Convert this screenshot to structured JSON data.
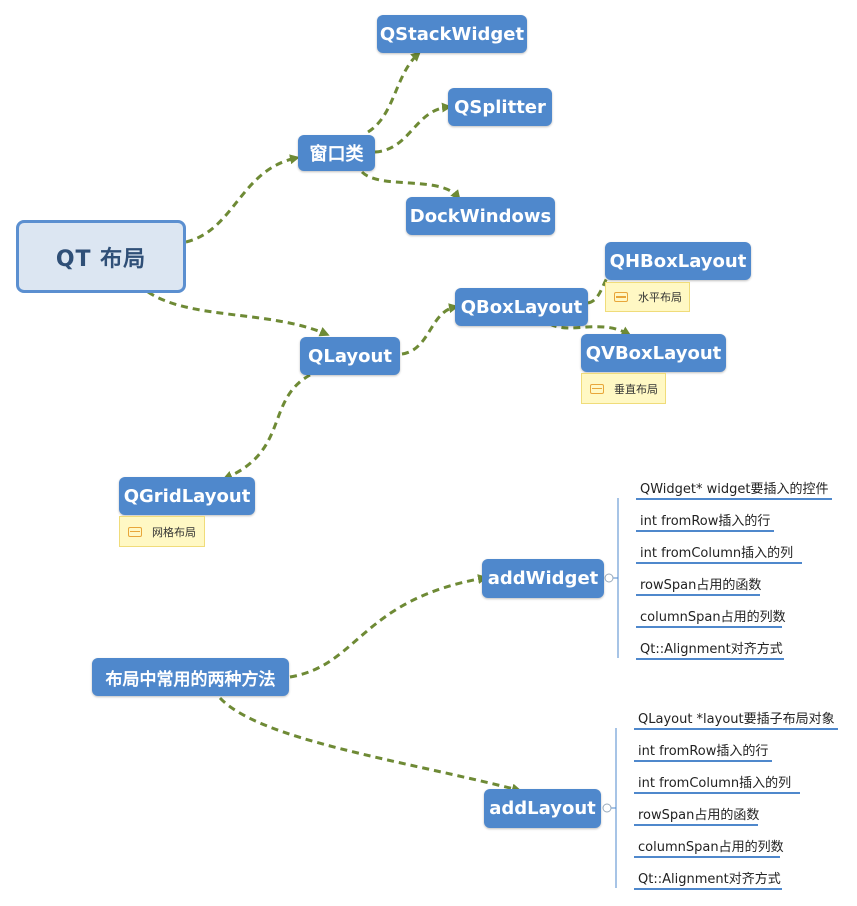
{
  "root": {
    "label": "QT  布局"
  },
  "nodes": {
    "chuangkou": "窗口类",
    "qstack": "QStackWidget",
    "qsplitter": "QSplitter",
    "dock": "DockWindows",
    "qlayout": "QLayout",
    "qbox": "QBoxLayout",
    "qhbox": "QHBoxLayout",
    "qvbox": "QVBoxLayout",
    "qgrid": "QGridLayout",
    "methods": "布局中常用的两种方法",
    "addwidget": "addWidget",
    "addlayout": "addLayout"
  },
  "notes": {
    "qhbox": "水平布局",
    "qvbox": "垂直布局",
    "qgrid": "网格布局"
  },
  "addwidget_params": [
    "QWidget* widget要插入的控件",
    "int fromRow插入的行",
    "int fromColumn插入的列",
    "rowSpan占用的函数",
    "columnSpan占用的列数",
    "Qt::Alignment对齐方式"
  ],
  "addlayout_params": [
    "QLayout *layout要插子布局对象",
    "int fromRow插入的行",
    "int fromColumn插入的列",
    "rowSpan占用的函数",
    "columnSpan占用的列数",
    "Qt::Alignment对齐方式"
  ],
  "colors": {
    "node": "#4f88cc",
    "root_fill": "#dce6f2",
    "root_border": "#5b8fd0",
    "connector": "#6e8a35",
    "note_fill": "#fff8c4"
  }
}
